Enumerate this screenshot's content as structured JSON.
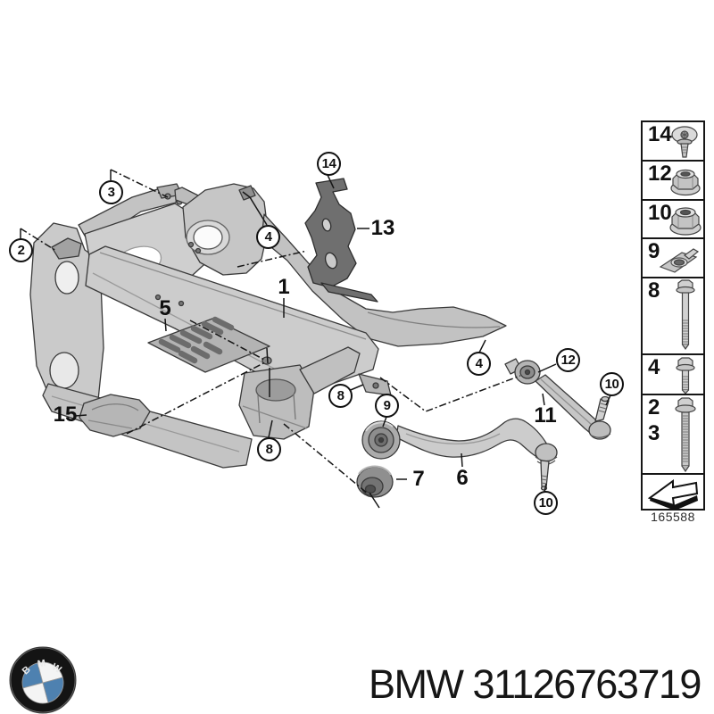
{
  "diagram": {
    "drawing_number": "165588",
    "callouts_circled": [
      {
        "label": "3"
      },
      {
        "label": "2"
      },
      {
        "label": "4"
      },
      {
        "label": "14"
      },
      {
        "label": "8"
      },
      {
        "label": "9"
      },
      {
        "label": "8"
      },
      {
        "label": "4"
      },
      {
        "label": "12"
      },
      {
        "label": "10"
      },
      {
        "label": "10"
      }
    ],
    "callouts_plain": [
      {
        "label": "1"
      },
      {
        "label": "5"
      },
      {
        "label": "13"
      },
      {
        "label": "15"
      },
      {
        "label": "11"
      },
      {
        "label": "7"
      },
      {
        "label": "6"
      }
    ]
  },
  "legend": {
    "items": [
      {
        "label": "14",
        "icon": "torx-screw-icon"
      },
      {
        "label": "12",
        "icon": "flange-nut-icon"
      },
      {
        "label": "10",
        "icon": "flange-nut-icon"
      },
      {
        "label": "9",
        "icon": "cage-nut-icon"
      },
      {
        "label": "8",
        "icon": "long-flange-bolt-icon"
      },
      {
        "label": "4",
        "icon": "short-flange-bolt-icon"
      },
      {
        "label": "2",
        "label2": "3",
        "icon": "threaded-flange-bolt-icon"
      }
    ],
    "arrow_icon": "prev-page-arrow-icon"
  },
  "footer": {
    "text": "BMW 31126763719",
    "logo_letters": [
      "B",
      "M",
      "W"
    ]
  },
  "colors": {
    "background": "#ffffff",
    "line": "#1a1a1a",
    "metal_light": "#dcdcdc",
    "metal_mid": "#c0c0c0",
    "metal_dark": "#6f6f6f",
    "bmw_blue": "#4e81b0"
  }
}
